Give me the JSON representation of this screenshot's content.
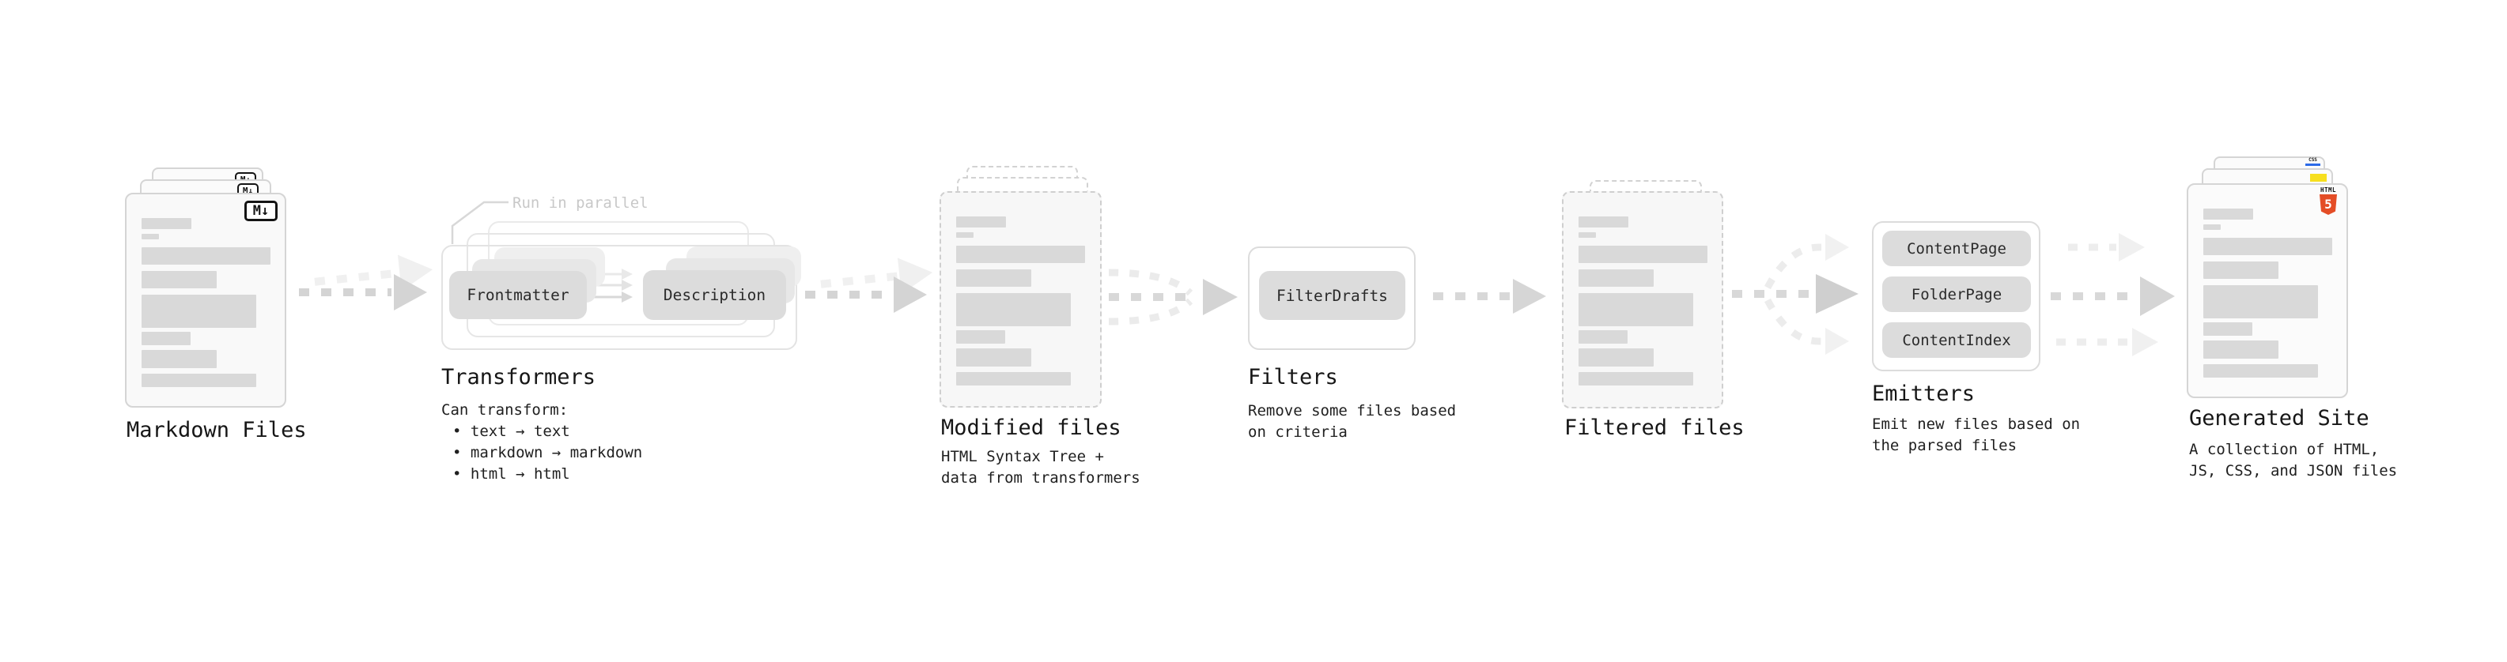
{
  "stages": {
    "markdown": {
      "label": "Markdown Files",
      "file_badge": "M↓"
    },
    "transformers": {
      "label": "Transformers",
      "parallel_note": "Run in parallel",
      "transformer_1": "Frontmatter",
      "transformer_2": "Description",
      "desc_title": "Can transform:",
      "bullets": [
        "text → text",
        "markdown → markdown",
        "html → html"
      ]
    },
    "modified": {
      "label": "Modified files",
      "desc_lines": [
        "HTML Syntax Tree +",
        "data from transformers"
      ]
    },
    "filters": {
      "label": "Filters",
      "filter_1": "FilterDrafts",
      "desc_lines": [
        "Remove some files based",
        "on criteria"
      ]
    },
    "filtered": {
      "label": "Filtered files"
    },
    "emitters": {
      "label": "Emitters",
      "emitter_1": "ContentPage",
      "emitter_2": "FolderPage",
      "emitter_3": "ContentIndex",
      "desc_lines": [
        "Emit new files based on",
        "the parsed files"
      ]
    },
    "generated": {
      "label": "Generated Site",
      "html5_badge_text": "HTML",
      "html5_badge_number": "5",
      "css_badge_text": "CSS",
      "desc_lines": [
        "A collection of HTML,",
        "JS, CSS, and JSON files"
      ]
    }
  },
  "colors": {
    "html5_orange": "#e44d26",
    "js_yellow": "#f7df1e",
    "css_blue": "#2c6ae8",
    "arrow_gray": "#d4d4d4",
    "arrow_light": "#ededed",
    "skeleton_bar": "#d9d9d9"
  }
}
